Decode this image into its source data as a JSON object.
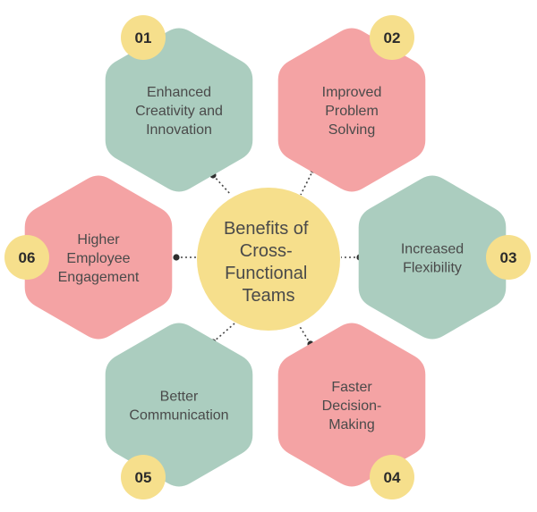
{
  "colors": {
    "green": "#abcdbf",
    "pink": "#f4a3a4",
    "center": "#f6df8c",
    "badge": "#f6df8c",
    "text": "#4a4a4a"
  },
  "center": {
    "lines": [
      "Benefits of",
      "Cross-",
      "Functional",
      "Teams"
    ]
  },
  "items": [
    {
      "number": "01",
      "color": "green",
      "lines": [
        "Enhanced",
        "Creativity and",
        "Innovation"
      ]
    },
    {
      "number": "02",
      "color": "pink",
      "lines": [
        "Improved",
        "Problem",
        "Solving"
      ]
    },
    {
      "number": "03",
      "color": "green",
      "lines": [
        "Increased",
        "Flexibility"
      ]
    },
    {
      "number": "04",
      "color": "pink",
      "lines": [
        "Faster",
        "Decision-",
        "Making"
      ]
    },
    {
      "number": "05",
      "color": "green",
      "lines": [
        "Better",
        "Communication"
      ]
    },
    {
      "number": "06",
      "color": "pink",
      "lines": [
        "Higher",
        "Employee",
        "Engagement"
      ]
    }
  ]
}
